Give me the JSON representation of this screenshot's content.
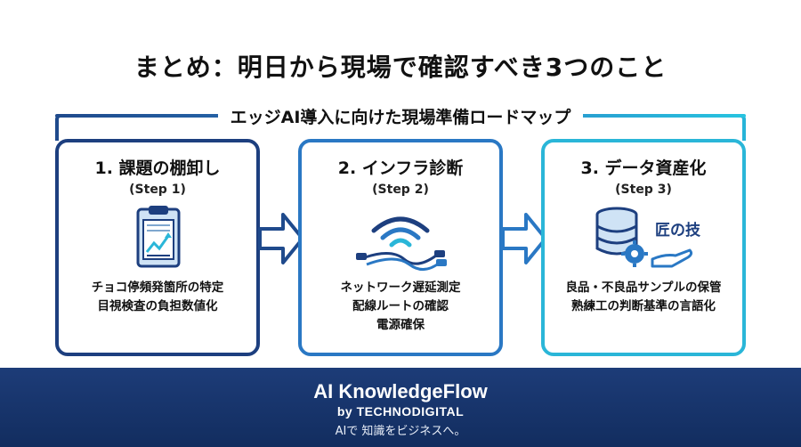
{
  "main_title": "まとめ：明日から現場で確認すべき3つのこと",
  "roadmap_label": "エッジAI導入に向けた現場準備ロードマップ",
  "steps": [
    {
      "title": "1. 課題の棚卸し",
      "step": "(Step 1)",
      "icon": "clipboard-chart-icon",
      "desc": [
        "チョコ停頻発箇所の特定",
        "目視検査の負担数値化"
      ]
    },
    {
      "title": "2. インフラ診断",
      "step": "(Step 2)",
      "icon": "wifi-cable-icon",
      "desc": [
        "ネットワーク遅延測定",
        "配線ルートの確認",
        "電源確保"
      ]
    },
    {
      "title": "3. データ資産化",
      "step": "(Step 3)",
      "icon": "database-gear-hand-icon",
      "icon_label": "匠の技",
      "desc": [
        "良品・不良品サンプルの保管",
        "熟練工の判断基準の言語化"
      ]
    }
  ],
  "footer": {
    "brand": "AI KnowledgeFlow",
    "by": "by TECHNODIGITAL",
    "tagline": "AIで 知識をビジネスへ。"
  },
  "colors": {
    "navy": "#1d3f7f",
    "blue": "#2a78c4",
    "cyan": "#2ab6d8",
    "footer_bg": "#18356d"
  }
}
